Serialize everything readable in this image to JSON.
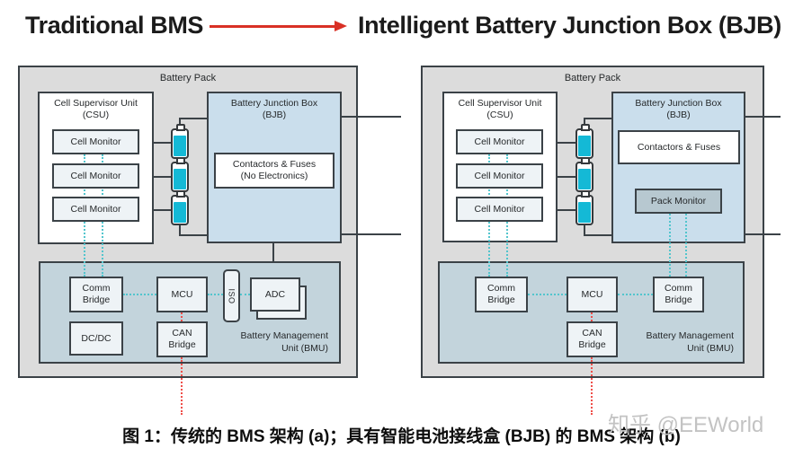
{
  "header": {
    "left_title": "Traditional BMS",
    "right_title": "Intelligent Battery Junction Box (BJB)"
  },
  "diagrams": {
    "a": {
      "pack_label": "Battery Pack",
      "csu_title": "Cell Supervisor Unit\n(CSU)",
      "cell_monitors": [
        "Cell Monitor",
        "Cell Monitor",
        "Cell Monitor"
      ],
      "bjb_title": "Battery Junction Box\n(BJB)",
      "contactors": "Contactors & Fuses\n(No Electronics)",
      "comm_bridge": "Comm\nBridge",
      "dcdc": "DC/DC",
      "mcu": "MCU",
      "can_bridge": "CAN\nBridge",
      "iso": "ISO",
      "adc": "ADC",
      "bmu_title": "Battery Management\nUnit (BMU)"
    },
    "b": {
      "pack_label": "Battery Pack",
      "csu_title": "Cell Supervisor Unit\n(CSU)",
      "cell_monitors": [
        "Cell Monitor",
        "Cell Monitor",
        "Cell Monitor"
      ],
      "bjb_title": "Battery Junction Box\n(BJB)",
      "contactors": "Contactors & Fuses",
      "pack_monitor": "Pack Monitor",
      "comm_bridge_left": "Comm\nBridge",
      "mcu": "MCU",
      "comm_bridge_right": "Comm\nBridge",
      "can_bridge": "CAN\nBridge",
      "bmu_title": "Battery Management\nUnit (BMU)"
    }
  },
  "caption": "图 1：传统的 BMS 架构 (a)；具有智能电池接线盒 (BJB) 的 BMS 架构 (b)",
  "watermark": "知乎 @EEWorld",
  "colors": {
    "accent_red": "#d93025",
    "teal_dotted": "#52c5cd",
    "battery_cyan": "#14b9d6",
    "bjb_blue": "#cadeec",
    "bmu_blue": "#c3d4dc",
    "pack_gray": "#dcdcdc"
  }
}
